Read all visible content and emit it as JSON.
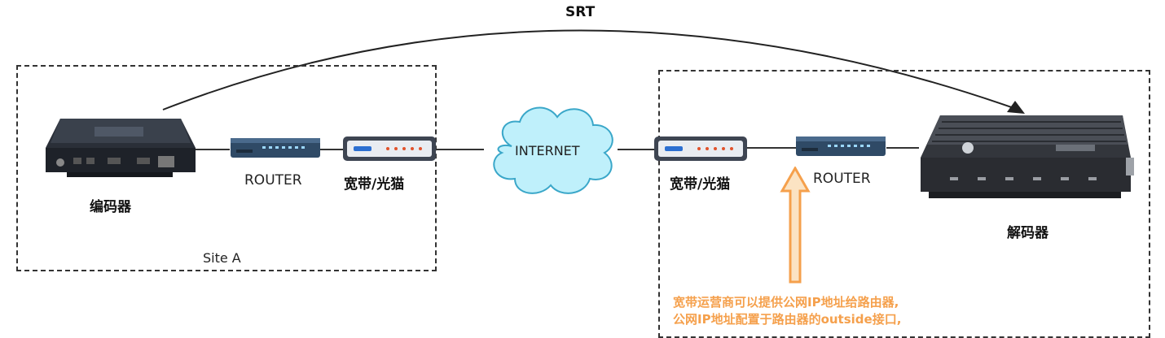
{
  "protocol_label": "SRT",
  "site_a": {
    "site_label": "Site A",
    "encoder_label": "编码器",
    "router_label": "ROUTER",
    "modem_label": "宽带/光猫"
  },
  "cloud_label": "INTERNET",
  "site_b": {
    "modem_label": "宽带/光猫",
    "router_label": "ROUTER",
    "decoder_label": "解码器"
  },
  "note": {
    "line1": "宽带运营商可以提供公网IP地址给路由器,",
    "line2": "公网IP地址配置于路由器的outside接口,"
  },
  "colors": {
    "arrow_note": "#f5a04c",
    "cloud_fill": "#bff0fb",
    "cloud_stroke": "#3aa7c9",
    "router_body": "#2f4a66"
  }
}
